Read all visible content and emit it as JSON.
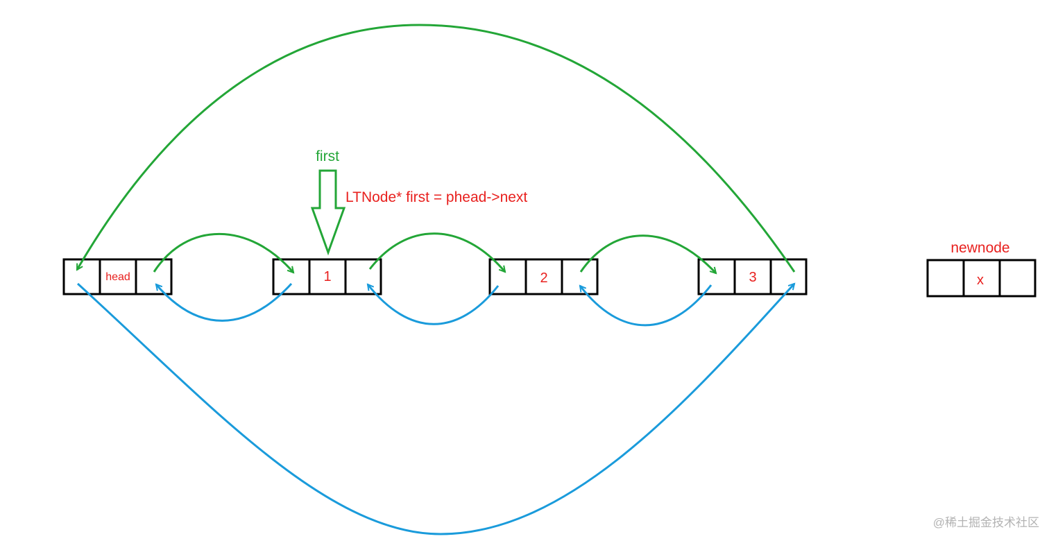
{
  "diagram": {
    "nodes": [
      {
        "id": "head",
        "label": "head"
      },
      {
        "id": "n1",
        "label": "1"
      },
      {
        "id": "n2",
        "label": "2"
      },
      {
        "id": "n3",
        "label": "3"
      }
    ],
    "newnode": {
      "title": "newnode",
      "label": "x"
    },
    "pointer": {
      "label": "first",
      "code": "LTNode* first = phead->next"
    },
    "colors": {
      "next_link": "#23a637",
      "prev_link": "#1a9bdb",
      "text": "#e8201e",
      "box": "#000000"
    }
  },
  "watermark": "@稀土掘金技术社区"
}
